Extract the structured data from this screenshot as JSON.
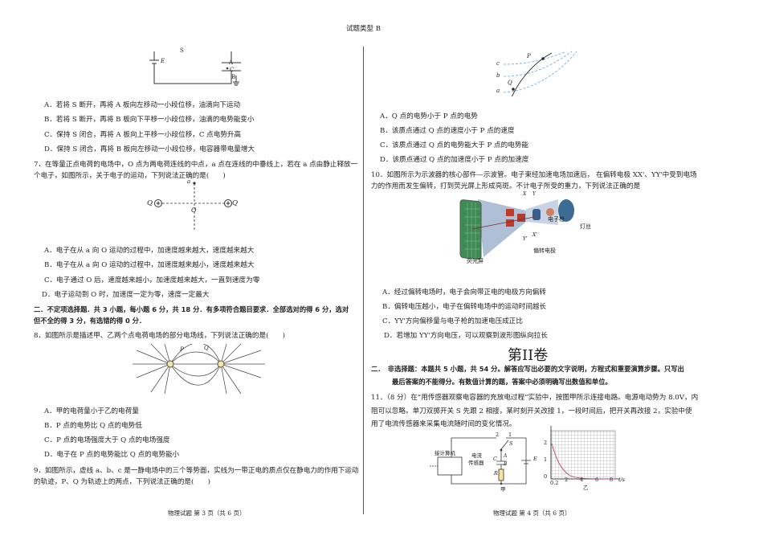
{
  "header": {
    "exam_type": "试题类型 B"
  },
  "left": {
    "fig6": {
      "s": "S",
      "e": "E",
      "a": "A",
      "c": "C",
      "b": "B"
    },
    "q6_options": [
      "A．若将 S 断开，再将 A 板向左移动一小段位移，油滴向下运动",
      "B．若将 S 断开，再将 B 板向下平移一小段位移，油滴的电势能变小",
      "C．保持 S 闭合，再将 A 板向上平移一小段位移，C 点电势升高",
      "D．保持 S 闭合，再将 B 板向左移动一小段位移，电容器带电量增大"
    ],
    "q7": [
      "7．在等量正点电荷的电场中，O 点为两电荷连线的中点，a 点在连线的中垂线上，若在 a 点由静止释放一",
      "个电子，如图所示，关于电子的运动，下列说法正确的是(　　)"
    ],
    "fig7": {
      "a": "a",
      "o": "O",
      "q_left": "Q",
      "q_right": "Q"
    },
    "q7_options": [
      "A．电子在从 a 向 O 运动的过程中，加速度越来越大，速度越来越大",
      "B．电子在从 a 向 O 运动的过程中，加速度越来越小，速度越来越大",
      "C．电子通过 O 后，速度越来越小，加速度越来越大，一直到速度为零",
      "D．电子运动到 O 时，加速度一定为零，速度一定最大"
    ],
    "section2": [
      "二．不定项选择题．共 3 小题，每小题 6 分，共 18 分．有多项符合题目要求．全部选对的得 6 分，选对",
      "但不全的得 3 分，有选错的得 0 分．"
    ],
    "q8": "8．如图所示是描述甲、乙两个点电荷电场的部分电场线，下列说法正确的是(　　)",
    "fig8": {
      "p": "P",
      "q": "Q"
    },
    "q8_options": [
      "A．甲的电荷量小于乙的电荷量",
      "B．P 点的电势比 Q 点的电势低",
      "C．P 点的电场强度大于 Q 点的电场强度",
      "D．电子在 P 点的电势能比 Q 点的电势能小"
    ],
    "q9": [
      "9．如图所示，虚线 a、b、c 是一静电场中的三个等势面，实线为一带正电的质点仅在静电力的作用下运动",
      "的轨迹，P、Q 为轨迹上的两点，下列说法正确的是(　　)"
    ],
    "footer": "物理试题 第 3 页（共 6 页）"
  },
  "right": {
    "fig9": {
      "c": "c",
      "b": "b",
      "a": "a",
      "p": "P",
      "q": "Q"
    },
    "q9_options": [
      "A．Q 点的电势小于 P 点的电势",
      "B．该质点通过 Q 点的速度小于 P 点的速度",
      "C．该质点通过 Q 点的电势能大于 P 点的电势能",
      "D．该质点通过 Q 点的加速度小于 P 点的加速度"
    ],
    "q10": [
      "10．如图所示为示波器的核心部件—示波管。电子束经加速电场加速后， 在偏转电极 XX'、YY'中受到电场",
      "力的作用而发生偏转，打到荧光屏上形成亮斑。不计电子所受的重力，下列说法正确的是"
    ],
    "fig10": {
      "screen": "荧光屏",
      "electrode": "偏转电极",
      "gun": "电子枪",
      "filament": "灯丝",
      "x": "X",
      "y": "Y",
      "y2": "Y'",
      "x2": "X'"
    },
    "q10_options": [
      "A．经过偏转电场时，电子会向带正电的电极方向偏转",
      "B．偏转电压越小，电子在偏转电场中的运动时间越长",
      "C．YY'方向偏移量与电子枪的加速电压成正比",
      "D．若增加 YY'方向电压，可以观察到波形图纵向拉长"
    ],
    "volume2": "第II卷",
    "section3": [
      "二．　非选择题：本题共 5 小题，共 54 分。解答应写出必要的文字说明，方程式和重要演算步骤。只写出",
      "最后答案的不能得分。有数值计算的题，答案中必须明确写出数值和单位。"
    ],
    "q11": [
      "11．（8 分）在“用传感器观察电容器的充放电过程”实验中，按图甲所示连接电路。电源电动势为 8.0V，内",
      "阻可以忽略。单刀双掷开关 S 先跟 2 相接，某时刻开关改接 1，一段时间后，把开关再改接 2，实验中使",
      "用了电流传感器来采集电流随时间的变化情况。"
    ],
    "fig11a": {
      "computer": "接计算机",
      "sensor1": "电流",
      "sensor2": "传感器",
      "n2": "2",
      "n1": "1",
      "s": "S",
      "c": "C",
      "a": "A",
      "b": "B",
      "r": "R",
      "e": "E",
      "caption": "甲"
    },
    "fig11b": {
      "yticks": [
        "2",
        "1",
        "0"
      ],
      "xticks": [
        "0.2",
        "2",
        "4",
        "6",
        "8"
      ],
      "xlabel": "t/s",
      "caption": "乙"
    },
    "footer": "物理试题 第 4 页（共 6 页）"
  }
}
